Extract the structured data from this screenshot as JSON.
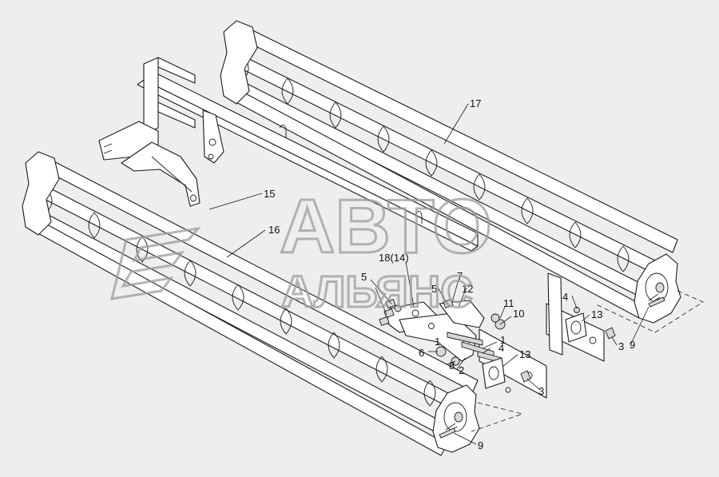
{
  "watermark": {
    "line1": "АВТО",
    "line2": "АЛЬЯНС"
  },
  "callouts": {
    "c17": "17",
    "c15": "15",
    "c16": "16",
    "c18": "18(14)",
    "c5a": "5",
    "c5b": "5",
    "c7": "7",
    "c12": "12",
    "c11": "11",
    "c10": "10",
    "c1a": "1",
    "c1b": "1",
    "c4a": "4",
    "c4b": "4",
    "c6": "6",
    "c8": "8",
    "c2": "2",
    "c13a": "13",
    "c13b": "13",
    "c3a": "3",
    "c3b": "3",
    "c9a": "9",
    "c9b": "9"
  }
}
